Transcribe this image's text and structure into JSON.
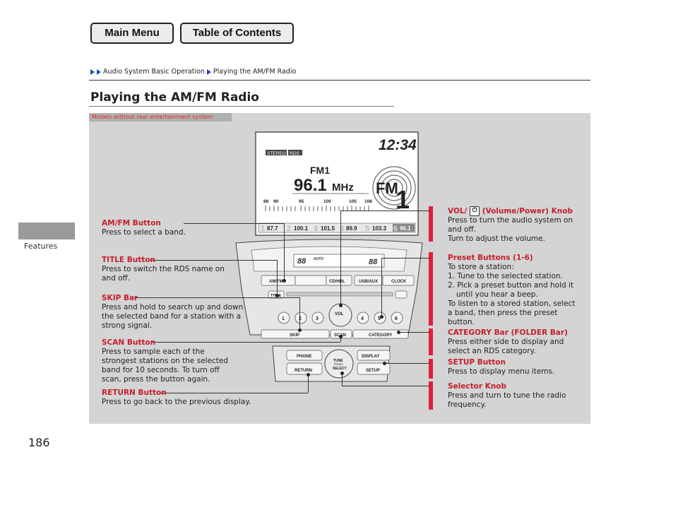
{
  "nav": {
    "main_menu": "Main Menu",
    "toc": "Table of Contents"
  },
  "breadcrumb": [
    "Audio System Basic Operation",
    "Playing the AM/FM Radio"
  ],
  "page_title": "Playing the AM/FM Radio",
  "model_tag": "Models without rear entertainment system",
  "side": {
    "label": "Features",
    "page": "186"
  },
  "display": {
    "clock": "12:34",
    "stereo": "STEREO",
    "rds": "RDS",
    "band": "FM1",
    "freq": "96.1",
    "unit": "MHz",
    "badge_fm": "FM",
    "badge_num": "1",
    "scale": [
      "88",
      "90",
      "95",
      "100",
      "105",
      "108"
    ],
    "presets": [
      {
        "n": "1",
        "v": "87.7"
      },
      {
        "n": "2",
        "v": "100.1"
      },
      {
        "n": "3",
        "v": "101.5"
      },
      {
        "n": "4",
        "v": "89.9"
      },
      {
        "n": "5",
        "v": "103.3"
      },
      {
        "n": "6",
        "v": "96.1"
      }
    ]
  },
  "unit_panel": {
    "amfm": "AM/FM",
    "cd": "CD/HDL",
    "usb": "USB/AUX",
    "clock": "CLOCK",
    "title": "TITLE",
    "vol": "VOL",
    "skip": "SKIP",
    "scan": "SCAN",
    "category": "CATEGORY",
    "phone": "PHONE",
    "return": "RETURN",
    "display": "DISPLAY",
    "setup": "SETUP",
    "tune1": "TUNE",
    "tune2": "PUSH",
    "tune3": "SELECT",
    "lcd_auto": "AUTO"
  },
  "callouts": {
    "amfm": {
      "head": "AM/FM Button",
      "body": "Press to select a band."
    },
    "title": {
      "head": "TITLE Button",
      "body": "Press to switch the RDS name on and off."
    },
    "skip": {
      "head": "SKIP Bar",
      "body": "Press and hold to search up and down the selected band for a station with a strong signal."
    },
    "scan": {
      "head": "SCAN Button",
      "body": "Press to sample each of the strongest stations on the selected band for 10 seconds. To turn off scan, press the button again."
    },
    "ret": {
      "head": "RETURN Button",
      "body": "Press to go back to the previous display."
    },
    "vol": {
      "head_a": "VOL/",
      "head_b": "(Volume/Power) Knob",
      "body1": "Press to turn the audio system on and off.",
      "body2": "Turn to adjust the volume."
    },
    "preset": {
      "head": "Preset Buttons (1-6)",
      "l1": "To store a station:",
      "l2": "1.  Tune to the selected station.",
      "l3": "2.  Pick a preset button and hold it until you hear a beep.",
      "l4": "To listen to a stored station, select a band, then press the preset button."
    },
    "category": {
      "head": "CATEGORY Bar (FOLDER Bar)",
      "body": "Press either side to display and select an RDS category."
    },
    "setup": {
      "head": "SETUP Button",
      "body": "Press to display menu items."
    },
    "selector": {
      "head": "Selector Knob",
      "body": "Press and turn to tune the radio frequency."
    }
  },
  "colors": {
    "accent_red": "#c41f2d",
    "bar_red": "#e0203a",
    "link_blue": "#1f4ea8"
  }
}
